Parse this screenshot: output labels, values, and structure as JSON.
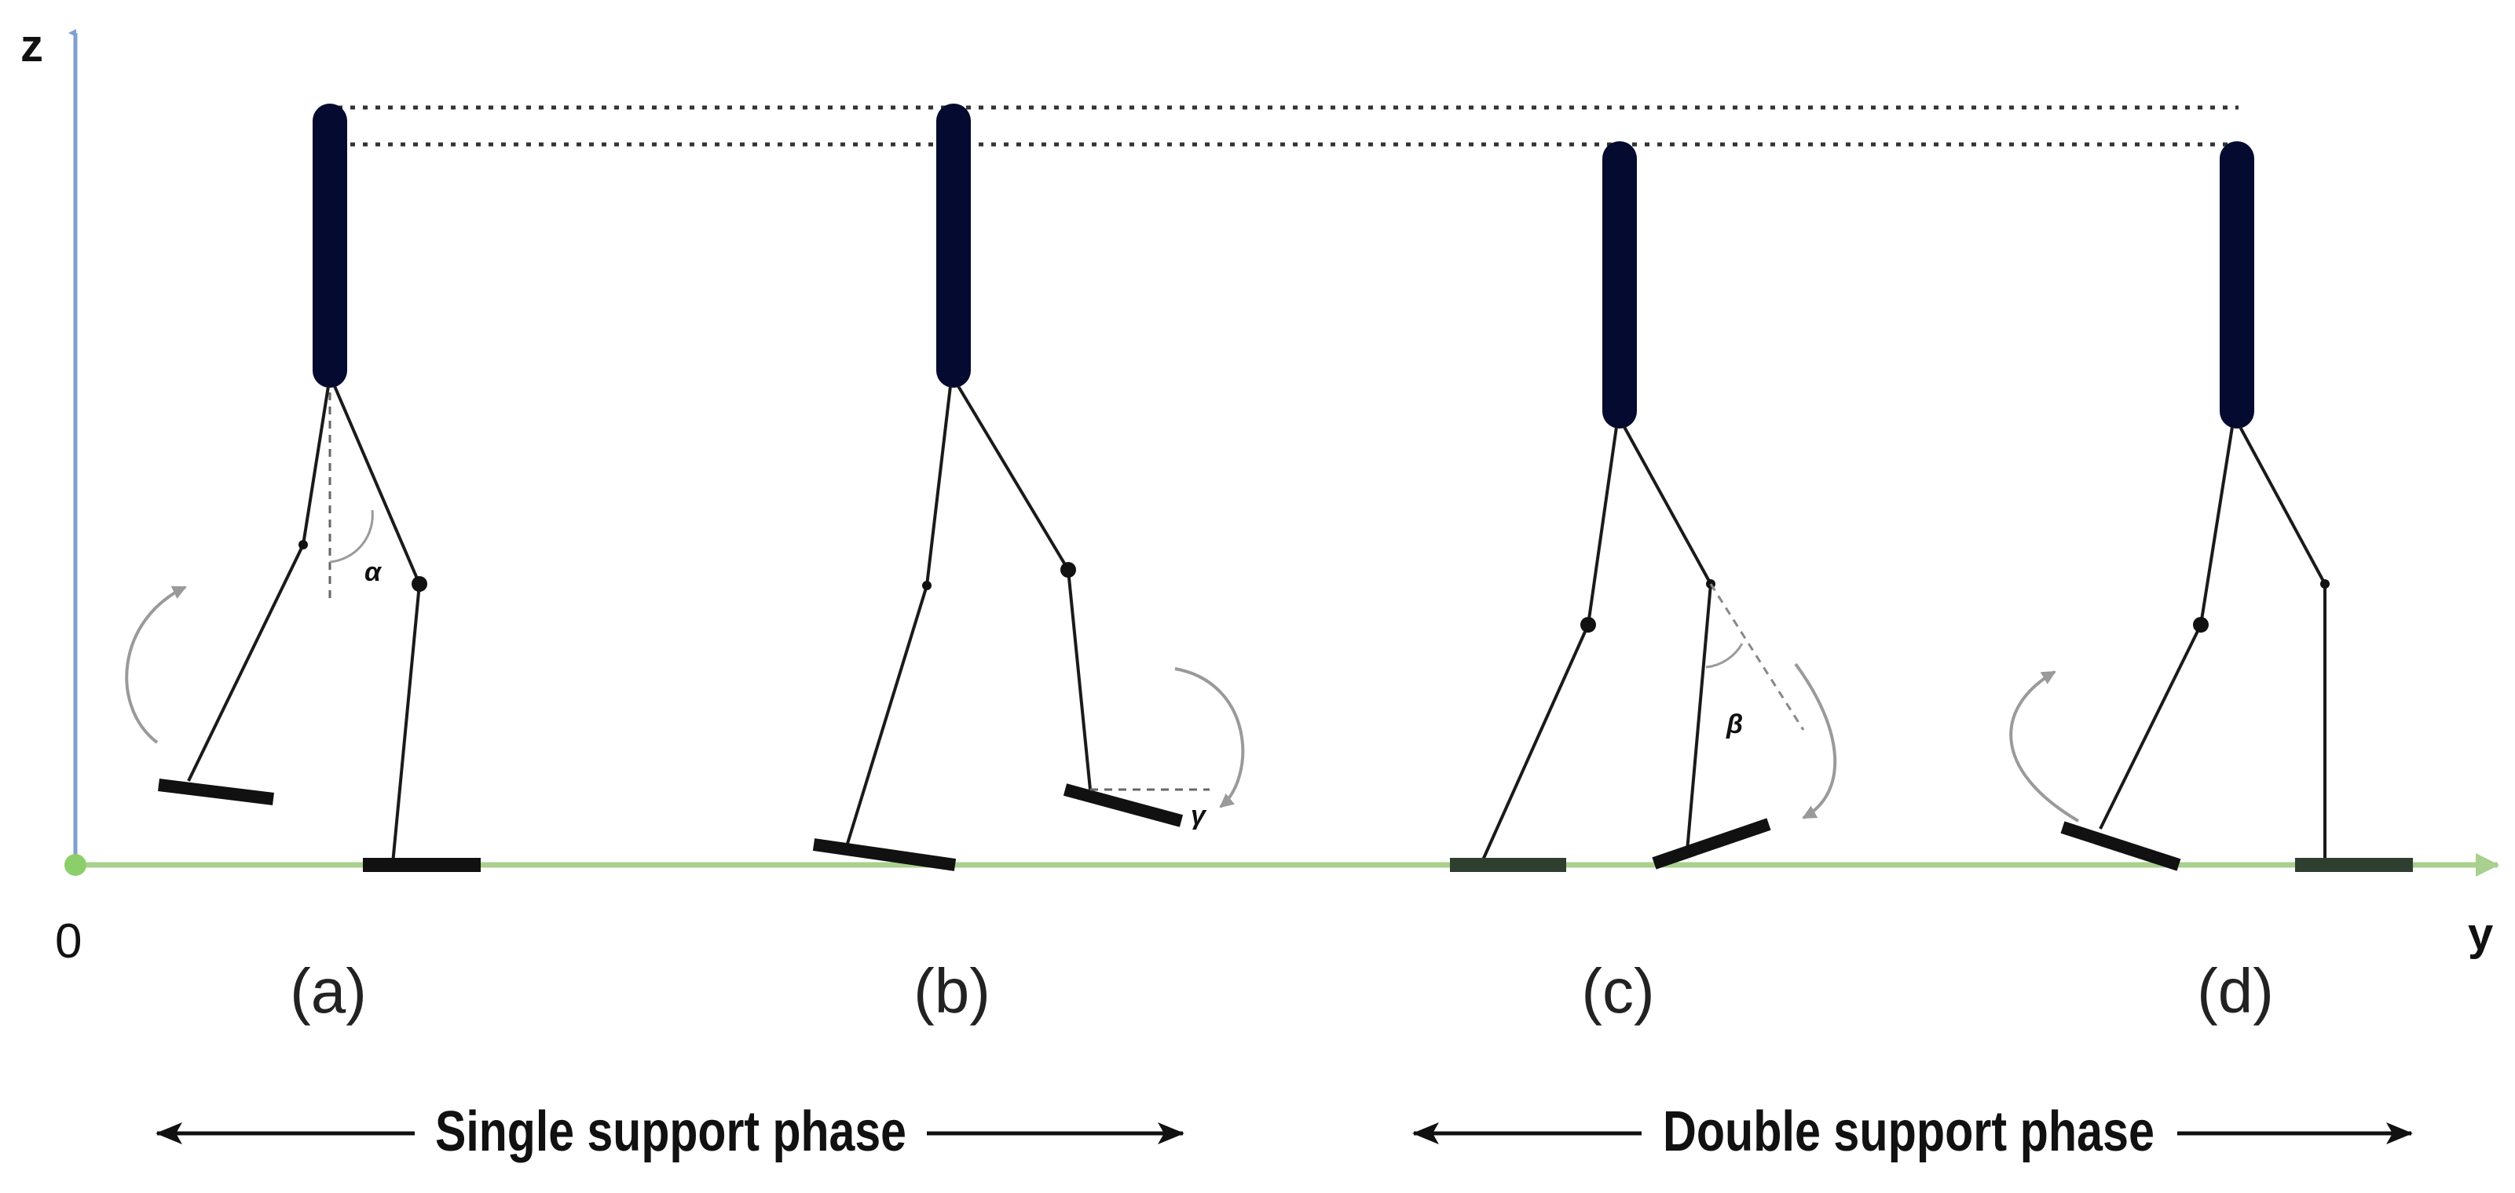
{
  "axes": {
    "z_label": "z",
    "y_label": "y",
    "origin_label": "0",
    "z_axis_color": "#7f9fd3",
    "y_axis_color": "#a9d08e",
    "origin_color": "#8ccf6a"
  },
  "figures": [
    {
      "label": "(a)",
      "angle_label": "α"
    },
    {
      "label": "(b)",
      "angle_label": "γ"
    },
    {
      "label": "(c)",
      "angle_label": "β"
    },
    {
      "label": "(d)",
      "angle_label": ""
    }
  ],
  "phases": [
    {
      "label": "Single support phase"
    },
    {
      "label": "Double support phase"
    }
  ],
  "colors": {
    "torso": "#050a30",
    "foot": "#111111",
    "foot_on_ground": "#2f3f2f",
    "leg": "#1a1a1a",
    "swing_arrow": "#9a9a9a",
    "reference_line": "#333333"
  }
}
